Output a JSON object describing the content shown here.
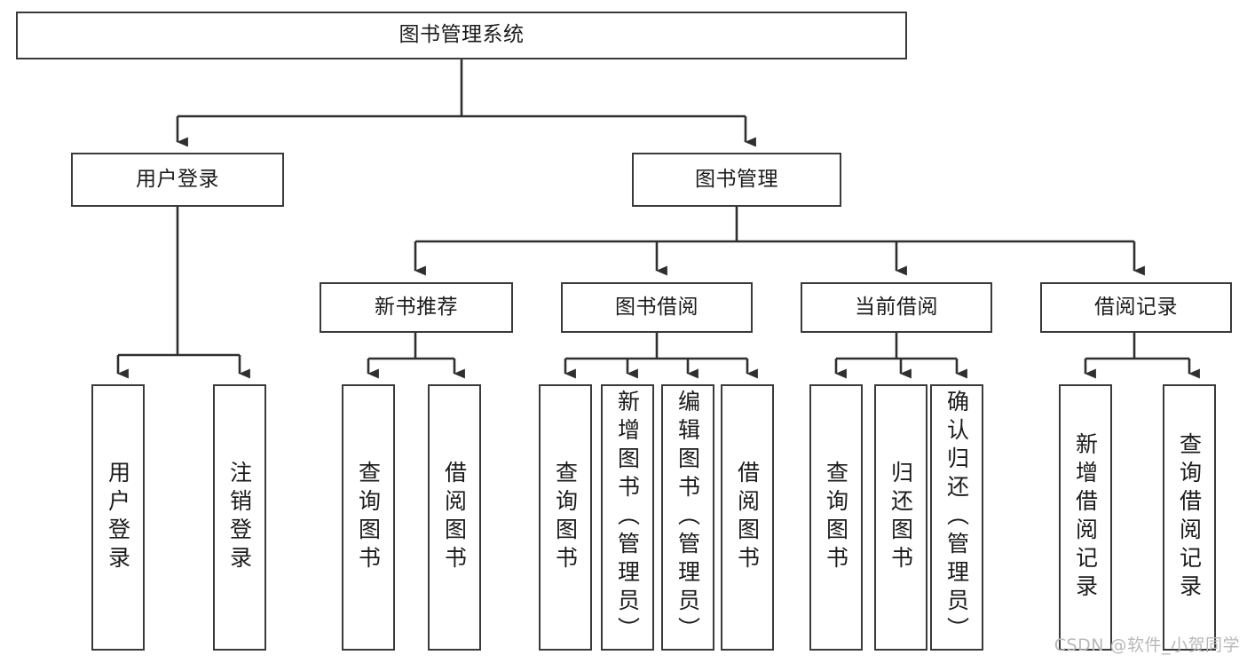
{
  "diagram": {
    "title": "图书管理系统",
    "type": "tree",
    "colors": {
      "background": "#ffffff",
      "box_border": "#3a3a3a",
      "box_fill": "#ffffff",
      "connector": "#2f2f2f",
      "text": "#1b1b1b",
      "watermark": "#b9b9b9"
    },
    "root": {
      "label": "图书管理系统"
    },
    "level2": [
      {
        "label": "用户登录"
      },
      {
        "label": "图书管理"
      }
    ],
    "level3": [
      {
        "label": "新书推荐"
      },
      {
        "label": "图书借阅"
      },
      {
        "label": "当前借阅"
      },
      {
        "label": "借阅记录"
      }
    ],
    "leaves": {
      "user_login": [
        {
          "label": "用户登录"
        },
        {
          "label": "注销登录"
        }
      ],
      "new_book": [
        {
          "label": "查询图书"
        },
        {
          "label": "借阅图书"
        }
      ],
      "book_borrow": [
        {
          "label": "查询图书"
        },
        {
          "label": "新增图书（管理员）"
        },
        {
          "label": "编辑图书（管理员）"
        },
        {
          "label": "借阅图书"
        }
      ],
      "current_borrow": [
        {
          "label": "查询图书"
        },
        {
          "label": "归还图书"
        },
        {
          "label": "确认归还（管理员）"
        }
      ],
      "borrow_record": [
        {
          "label": "新增借阅记录"
        },
        {
          "label": "查询借阅记录"
        }
      ]
    }
  },
  "watermark": {
    "text": "CSDN @软件_小贺同学"
  }
}
